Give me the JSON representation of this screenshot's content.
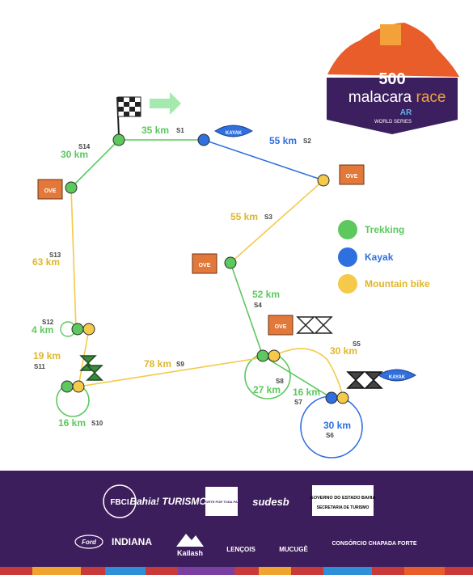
{
  "event": {
    "logo_number": "500",
    "logo_name_a": "malacara",
    "logo_name_b": "race",
    "logo_tag": "AR",
    "logo_subtag": "WORLD SERIES"
  },
  "legend": [
    {
      "label": "Trekking",
      "color": "#5cc85e"
    },
    {
      "label": "Kayak",
      "color": "#2f6fe0"
    },
    {
      "label": "Mountain bike",
      "color": "#f5c94a"
    }
  ],
  "stages": [
    {
      "id": "S1",
      "distance": "35 km",
      "type": "trekking"
    },
    {
      "id": "S2",
      "distance": "55 km",
      "type": "kayak"
    },
    {
      "id": "S3",
      "distance": "55 km",
      "type": "mountain bike"
    },
    {
      "id": "S4",
      "distance": "52 km",
      "type": "trekking"
    },
    {
      "id": "S5",
      "distance": "30 km",
      "type": "mountain bike"
    },
    {
      "id": "S6",
      "distance": "30 km",
      "type": "kayak"
    },
    {
      "id": "S7",
      "distance": "16 km",
      "type": "trekking"
    },
    {
      "id": "S8",
      "distance": "27 km",
      "type": "trekking"
    },
    {
      "id": "S9",
      "distance": "78 km",
      "type": "mountain bike"
    },
    {
      "id": "S10",
      "distance": "16 km",
      "type": "trekking"
    },
    {
      "id": "S11",
      "distance": "19 km",
      "type": "mountain bike"
    },
    {
      "id": "S12",
      "distance": "4 km",
      "type": "trekking"
    },
    {
      "id": "S13",
      "distance": "63 km",
      "type": "mountain bike"
    },
    {
      "id": "S14",
      "distance": "30 km",
      "type": "trekking"
    }
  ],
  "colors": {
    "trekking": "#5cc85e",
    "kayak": "#2f6fe0",
    "bike": "#f5c94a",
    "footer": "#3d1e5c",
    "logo_bg": "#3b1f5e"
  },
  "box_label": "OVE",
  "kayak_label": "KAYAK",
  "sponsors": {
    "row1": [
      "FBCI",
      "Bahia! TURISMO",
      "ESPORTE POR TODA PARTE",
      "sudesb",
      "GOVERNO DO ESTADO BAHIA"
    ],
    "row1_sub": "SECRETARIA DE TURISMO",
    "row2": [
      "Ford",
      "INDIANA",
      "Kailash",
      "LENÇOIS",
      "MUCUGÊ",
      "CONSÓRCIO CHAPADA FORTE"
    ]
  }
}
